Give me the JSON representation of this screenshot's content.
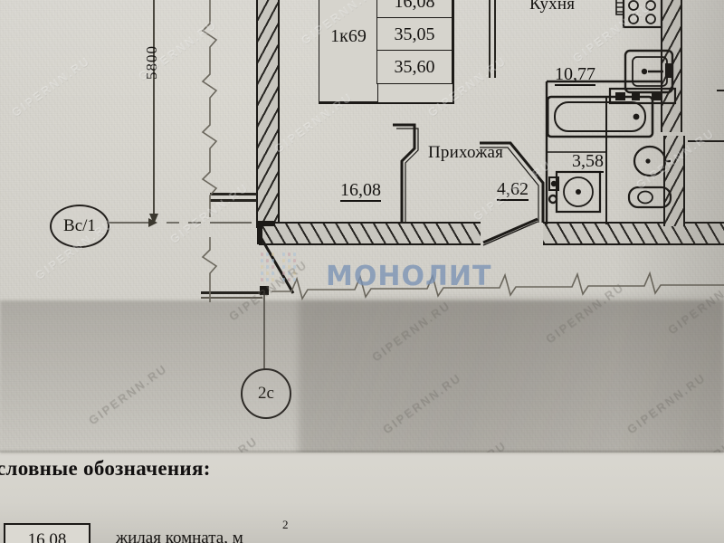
{
  "document": {
    "type": "architectural-floor-plan-scan",
    "language": "ru"
  },
  "apartment_table": {
    "label": "1к69",
    "rows": [
      "16,08",
      "35,05",
      "35,60"
    ]
  },
  "rooms": [
    {
      "name": "Кухня",
      "area": "10,77"
    },
    {
      "name": "Прихожая",
      "area": "4,62"
    },
    {
      "name": "",
      "area": "16,08"
    },
    {
      "name": "",
      "area": "3,58"
    }
  ],
  "room_names": {
    "kitchen": "Кухня",
    "hallway": "Прихожая"
  },
  "areas": {
    "kitchen": "10,77",
    "hallway": "4,62",
    "living": "16,08",
    "bathroom": "3,58"
  },
  "dimensions": {
    "vertical_left": "5800"
  },
  "axis_bubbles": [
    {
      "label": "Вс/1"
    },
    {
      "label": "2с"
    }
  ],
  "legend": {
    "title": "словные обозначения:",
    "full_title": "Условные обозначения:",
    "sample_value": "16,08",
    "sample_caption": "жилая комната, м"
  },
  "watermarks": {
    "brand": "МОНОЛИТ",
    "brand_color": "#7b93b5",
    "site": "GIPERNN.RU"
  },
  "colors": {
    "paper": "#d2d0c9",
    "ink": "#1c1a17",
    "brand": "#7b93b5"
  }
}
